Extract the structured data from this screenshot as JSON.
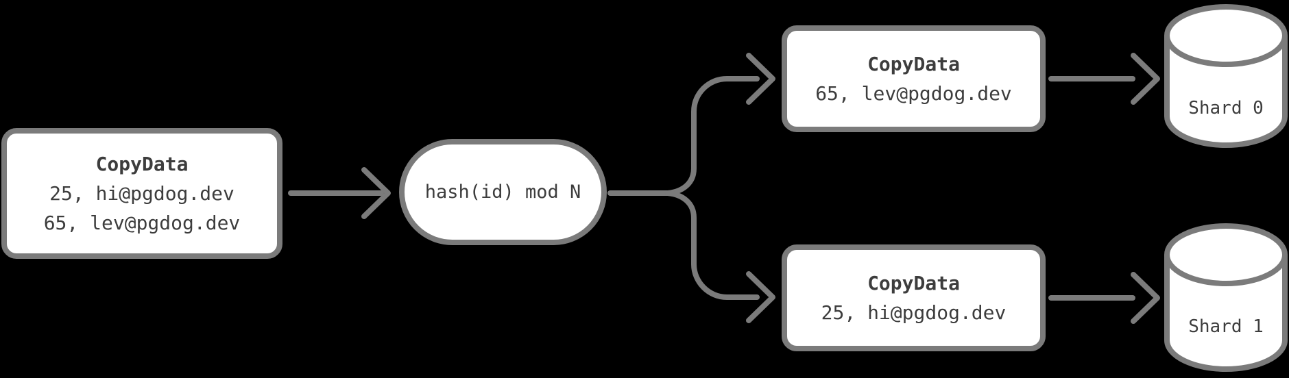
{
  "diagram": {
    "colors": {
      "background": "#000000",
      "stroke": "#7b7b7b",
      "node_fill": "#ffffff",
      "text": "#3d3d3d"
    },
    "source_node": {
      "title": "CopyData",
      "rows": [
        "25, hi@pgdog.dev",
        "65, lev@pgdog.dev"
      ]
    },
    "hash_node": {
      "label": "hash(id) mod N"
    },
    "shard0_node": {
      "title": "CopyData",
      "rows": [
        "65, lev@pgdog.dev"
      ]
    },
    "shard1_node": {
      "title": "CopyData",
      "rows": [
        "25, hi@pgdog.dev"
      ]
    },
    "shard0_db": {
      "label": "Shard 0"
    },
    "shard1_db": {
      "label": "Shard 1"
    }
  }
}
